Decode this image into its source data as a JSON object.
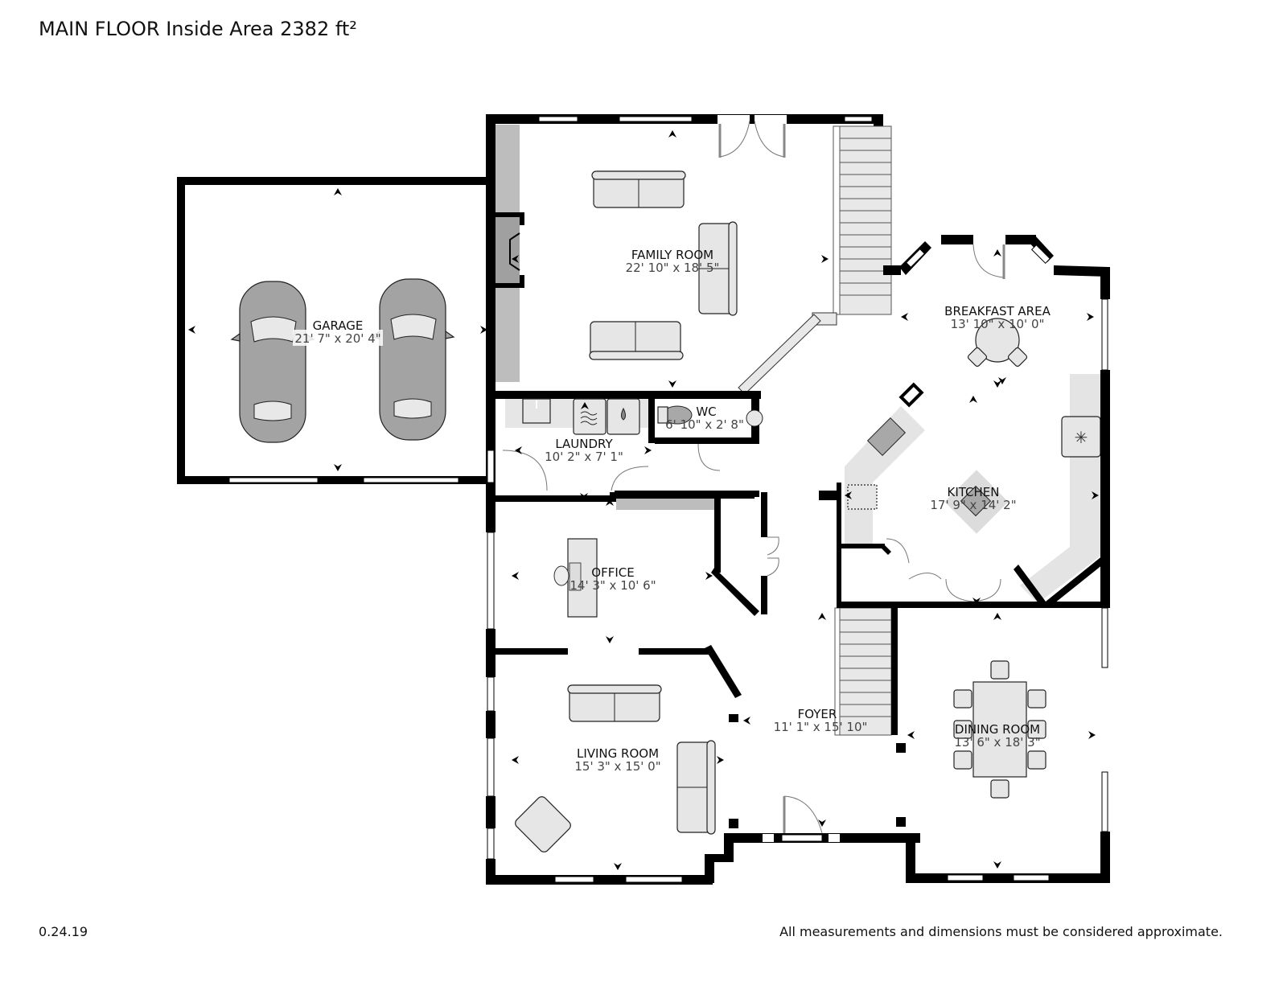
{
  "header": {
    "title": "MAIN FLOOR Inside Area 2382 ft²"
  },
  "footer": {
    "version": "0.24.19",
    "disclaimer": "All measurements and dimensions must be considered approximate."
  },
  "rooms": {
    "garage": {
      "name": "GARAGE",
      "dims": "21' 7\" x 20' 4\""
    },
    "family_room": {
      "name": "FAMILY ROOM",
      "dims": "22' 10\" x 18' 5\""
    },
    "breakfast_area": {
      "name": "BREAKFAST AREA",
      "dims": "13' 10\" x 10' 0\""
    },
    "laundry": {
      "name": "LAUNDRY",
      "dims": "10' 2\" x 7' 1\""
    },
    "wc": {
      "name": "WC",
      "dims": "6' 10\" x 2' 8\""
    },
    "kitchen": {
      "name": "KITCHEN",
      "dims": "17' 9\" x 14' 2\""
    },
    "office": {
      "name": "OFFICE",
      "dims": "14' 3\" x 10' 6\""
    },
    "living_room": {
      "name": "LIVING ROOM",
      "dims": "15' 3\" x 15' 0\""
    },
    "foyer": {
      "name": "FOYER",
      "dims": "11' 1\" x 15' 10\""
    },
    "dining_room": {
      "name": "DINING ROOM",
      "dims": "13' 6\" x 18' 3\""
    }
  },
  "icons": {
    "wall_color": "#000000",
    "furniture_fill": "#e6e6e6",
    "car_fill": "#a3a3a3",
    "fireplace_fill": "#bdbdbd"
  }
}
